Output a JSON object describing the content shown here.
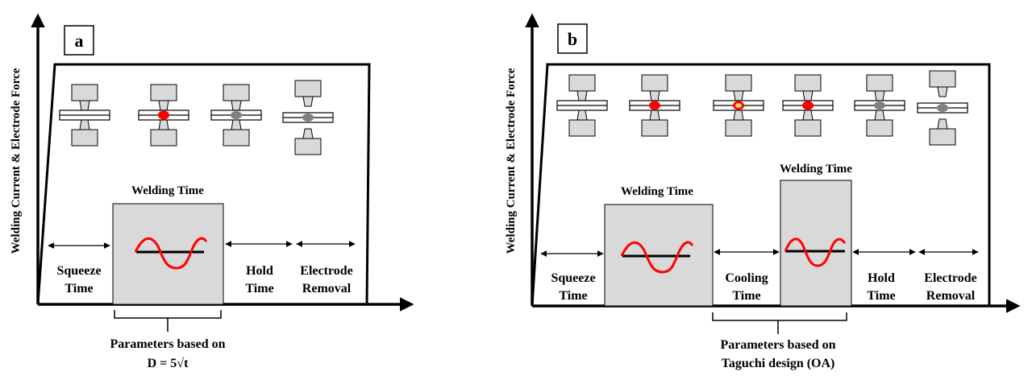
{
  "colors": {
    "axis": "#000000",
    "pulse_fill": "#d9d9d9",
    "electrode_fill": "#d9d9d9",
    "wave": "#ff0000",
    "nugget_red": "#ff0000",
    "nugget_grey": "#808080",
    "nugget_core_yellow": "#ffd966"
  },
  "panel_a": {
    "label": "a",
    "ylabel": "Welding Current & Electrode Force",
    "welding_time": "Welding Time",
    "squeeze_1": "Squeeze",
    "squeeze_2": "Time",
    "hold_1": "Hold",
    "hold_2": "Time",
    "removal_1": "Electrode",
    "removal_2": "Removal",
    "params_1": "Parameters based on",
    "params_2": "D = 5√t",
    "electrode_states": [
      "unwelded",
      "red-nugget",
      "grey-nugget",
      "grey-nugget-lifted"
    ]
  },
  "panel_b": {
    "label": "b",
    "ylabel": "Welding Current & Electrode Force",
    "welding_time_1": "Welding Time",
    "welding_time_2": "Welding Time",
    "squeeze_1": "Squeeze",
    "squeeze_2": "Time",
    "cooling_1": "Cooling",
    "cooling_2": "Time",
    "hold_1": "Hold",
    "hold_2": "Time",
    "removal_1": "Electrode",
    "removal_2": "Removal",
    "params_1": "Parameters based on",
    "params_2": "Taguchi design (OA)",
    "electrode_states": [
      "unwelded",
      "red-nugget",
      "yellow-core-nugget",
      "red-nugget",
      "grey-nugget",
      "grey-nugget-lifted"
    ]
  }
}
